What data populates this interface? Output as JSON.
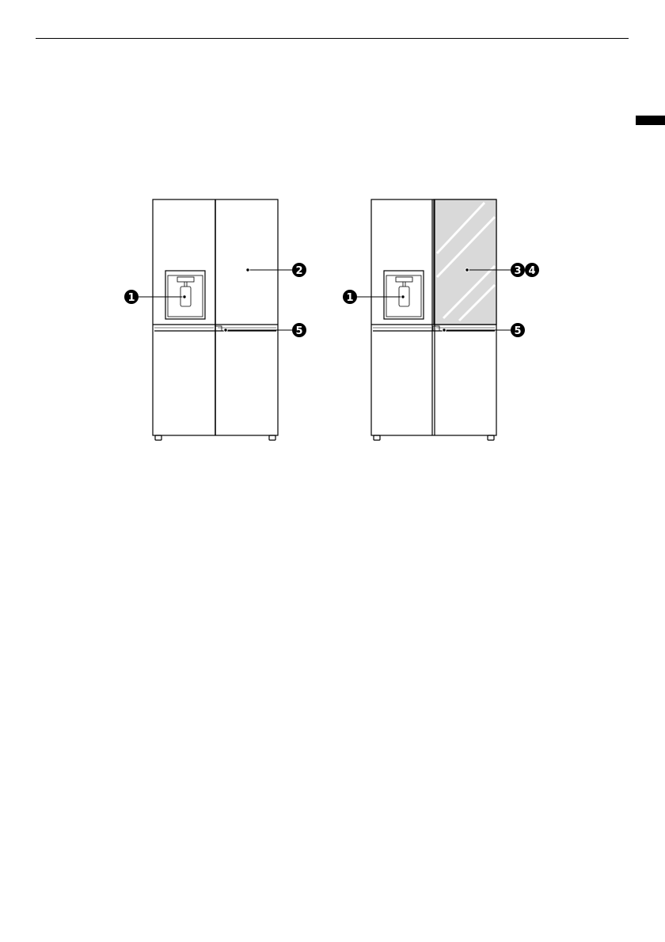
{
  "page": {
    "header_rule": true,
    "language_tab": true
  },
  "figure": {
    "callouts": {
      "c1_left": "1",
      "c2_left": "2",
      "c5_left": "5",
      "c1_right": "1",
      "c3_right": "3",
      "c4_right": "4",
      "c5_right": "5"
    },
    "colors": {
      "outline": "#000000",
      "glass_fill": "#d9d9d9",
      "glass_stripe": "#ffffff",
      "callout_fill": "#000000",
      "callout_text": "#ffffff"
    }
  }
}
